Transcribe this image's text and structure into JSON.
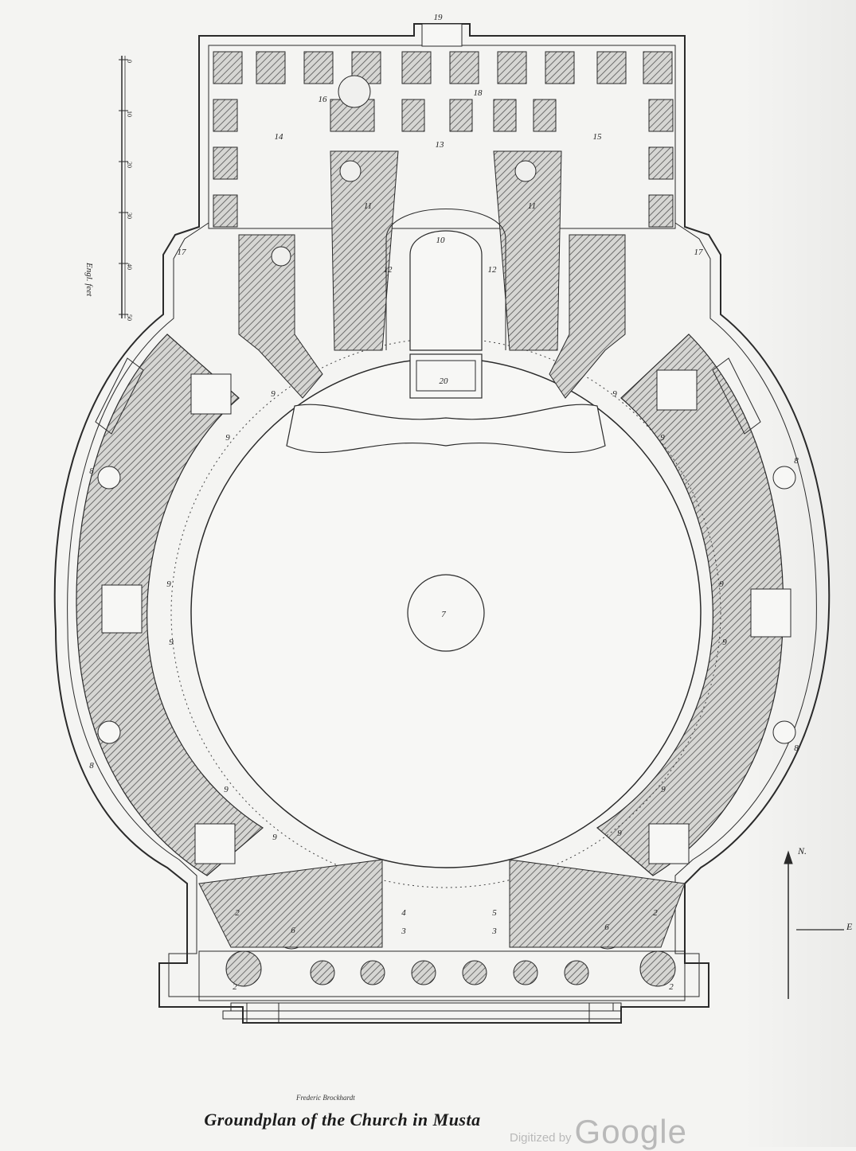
{
  "caption": "Groundplan of the Church in Musta",
  "engraver": "Frederic Brockhardt",
  "watermark": {
    "prefix": "Digitized by",
    "brand": "Google"
  },
  "scale_bar": {
    "unit_label": "Engl. feet",
    "ticks": [
      "0",
      "10",
      "20",
      "30",
      "40",
      "50"
    ]
  },
  "compass": {
    "north": "N.",
    "east": "E"
  },
  "room_labels": [
    "19",
    "18",
    "16",
    "14",
    "13",
    "15",
    "11",
    "11",
    "10",
    "12",
    "12",
    "17",
    "17",
    "20",
    "9",
    "9",
    "9",
    "9",
    "9",
    "9",
    "9",
    "9",
    "9",
    "9",
    "9",
    "9",
    "8",
    "8",
    "8",
    "8",
    "7",
    "6",
    "6",
    "4",
    "5",
    "3",
    "3",
    "2",
    "2",
    "2",
    "2"
  ],
  "colors": {
    "ink": "#2a2a2a",
    "hatch": "#555555",
    "paper": "#f4f4f2"
  }
}
